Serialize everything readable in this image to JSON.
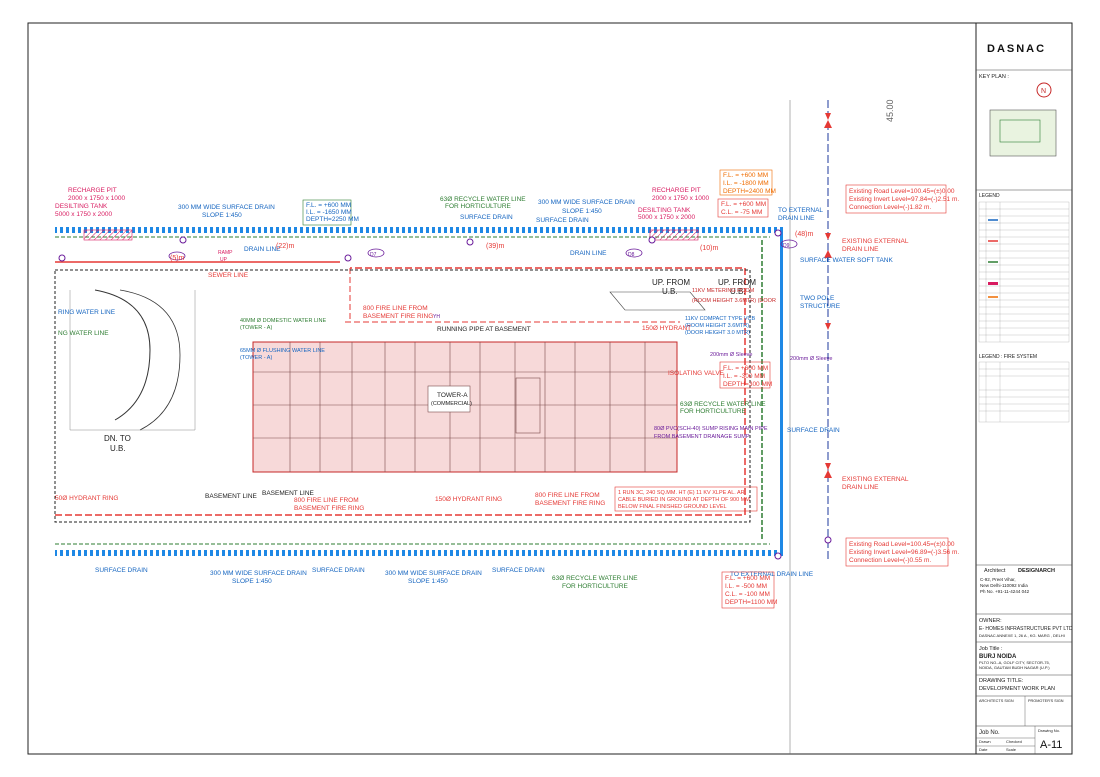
{
  "titleblock": {
    "logo": "DASNAC",
    "key_plan": "KEY PLAN :",
    "legend_title": "LEGEND",
    "legend_fire_title": "LEGEND : FIRE SYSTEM",
    "architect": "Architect",
    "architect_firm": "DESIGNARCH",
    "architect_addr1": "C-92, Preet Vihar,",
    "architect_addr2": "New Delhi-110092 India",
    "architect_ph": "Ph No. +91-11-4244 042",
    "owner_label": "OWNER:",
    "owner_name": "E- HOMES INFRASTRUCTURE PVT LTD",
    "owner_addr": "DASNAC ANNEXE 1, 26 A , KG. MARG , DELHI",
    "job_title_label": "Job Title :",
    "job_name": "BURJ NOIDA",
    "job_addr1": "PLTO NO.-A, GOLF CITY, SECTOR-75,",
    "job_addr2": "NOIDA, GAUTAM BUDH NAGAR (U.P.)",
    "drawing_title_label": "DRAWING TITLE:",
    "drawing_title": "DEVELOPMENT WORK PLAN",
    "architects_sign": "ARCHITECTS SIGN",
    "promoters_sign": "PROMOTER'S SIGN",
    "job_no": "Job No.",
    "drawing_no_label": "Drawing No.",
    "drawn": "Drawn",
    "checked": "Checked",
    "date": "Date",
    "scale": "Scale",
    "drawing_no": "A-11"
  },
  "plan": {
    "level_mark": "45.00",
    "recharge_pit_l": "RECHARGE PIT",
    "recharge_pit_l_dim": "2000 x 1750 x 1000",
    "desilting_tank_l": "DESILTING TANK",
    "desilting_tank_l_dim": "5000 x 1750 x 2000",
    "drain_top_l": "300 MM WIDE SURFACE DRAIN",
    "drain_top_l_slope": "SLOPE 1:450",
    "fl_top_l1": "F.L. = +600 MM",
    "fl_top_l2": "I.L. = -1650 MM",
    "fl_top_l3": "DEPTH=2250 MM",
    "recycle_top": "63Ø RECYCLE WATER LINE",
    "recycle_top2": "FOR HORTICULTURE",
    "surface_drain": "SURFACE DRAIN",
    "drain_top_r": "300 MM WIDE SURFACE DRAIN",
    "drain_top_r_slope": "SLOPE 1:450",
    "recharge_pit_r": "RECHARGE PIT",
    "recharge_pit_r_dim": "2000 x 1750 x 1000",
    "desilting_tank_r": "DESILTING TANK",
    "desilting_tank_r_dim": "5000 x 1750 x 2000",
    "fl_top_r1": "F.L. = +600 MM",
    "fl_top_r2": "I.L. = -1800 MM",
    "fl_top_r3": "DEPTH=2400 MM",
    "fl_top_r4": "F.L. = +600 MM",
    "fl_top_r5": "C.L. = -75 MM",
    "to_external": "TO EXTERNAL",
    "drain_line": "DRAIN LINE",
    "existing_road_1": "Existing Road Level=100.45=(±)0.00",
    "existing_invert_1": "Existing Invert Level=97.84=(-)2.51 m.",
    "connection_1": "Connection Level=(-)1.82 m.",
    "existing_external": "EXISTING EXTERNAL",
    "surface_water_tank": "SURFACE WATER SOFT TANK",
    "two_pole": "TWO POLE",
    "structure": "STRUCTURE",
    "up_from_ub": "UP. FROM",
    "ub": "U.B.",
    "meter_room": "11KV METERING ROOM",
    "room_height": "(ROOM HEIGHT 3.6MTR) (DOOR",
    "vcb": "11KV COMPACT TYPE VCB",
    "vcb_room": "(ROOM HEIGHT 3.6MTR)",
    "vcb_door": "(DOOR HEIGHT 3.0 MTR)",
    "sleeve": "200mm Ø Sleeve",
    "isolating_valve": "ISOLATING VALVE",
    "fl_mid1": "F.L. = +600 MM",
    "fl_mid2": "I.L. = -300 MM",
    "fl_mid3": "DEPTH=300 MM",
    "recycle_mid": "63Ø RECYCLE WATER LINE",
    "recycle_mid2": "FOR HORTICULTURE",
    "sump_pipe": "80Ø PVC(SCH-40) SUMP RISING MAIN PIPE",
    "sump_from": "FROM BASEMENT DRAINAGE SUMP",
    "surface_drain_r": "SURFACE DRAIN",
    "existing_external2": "EXISTING EXTERNAL",
    "drain_line2": "DRAIN LINE",
    "fire_line_from": "800 FIRE LINE FROM",
    "basement_fire_ring": "BASEMENT FIRE RING",
    "running_pipe": "RUNNING PIPE AT BASEMENT",
    "hydrant_150": "150Ø HYDRANT",
    "domestic": "40MM Ø DOMESTIC WATER LINE",
    "domestic_tower": "(TOWER - A)",
    "flushing": "65MM Ø FLUSHING WATER LINE",
    "flushing_tower": "(TOWER - A)",
    "tower": "TOWER-A",
    "tower_sub": "(COMMERCIAL)",
    "drain_line_mid": "DRAIN LINE",
    "ramp": "RAMP",
    "ramp_up": "UP",
    "sewer_line": "SEWER LINE",
    "water_line_l1": "RING WATER LINE",
    "water_line_l2": "NG WATER LINE",
    "dn_to": "DN. TO",
    "dn_ub": "U.B.",
    "hydrant_ring_l": "50Ø HYDRANT RING",
    "basement_line1": "BASEMENT LINE",
    "basement_line2": "BASEMENT LINE",
    "fire_line_b1": "800 FIRE LINE FROM",
    "fire_line_b1b": "BASEMENT FIRE RING",
    "hydrant_ring_b": "150Ø HYDRANT RING",
    "fire_line_b2": "800 FIRE LINE FROM",
    "fire_line_b2b": "BASEMENT FIRE RING",
    "cable1": "1 RUN 3C, 240 SQ.MM. HT (E) 11 KV XLPE AL. AR.",
    "cable2": "CABLE BURIED IN GROUND AT DEPTH OF 900 MM",
    "cable3": "BELOW FINAL FINISHED GROUND LEVEL",
    "surface_drain_b1": "SURFACE DRAIN",
    "drain_b1": "300 MM WIDE SURFACE DRAIN",
    "drain_b1_slope": "SLOPE 1:450",
    "surface_drain_b2": "SURFACE DRAIN",
    "drain_b2": "300 MM WIDE SURFACE DRAIN",
    "drain_b2_slope": "SLOPE 1:450",
    "surface_drain_b3": "SURFACE DRAIN",
    "recycle_b": "63Ø RECYCLE WATER LINE",
    "recycle_b2": "FOR HORTICULTURE",
    "to_external_b": "TO EXTERNAL DRAIN LINE",
    "existing_road_2": "Existing Road Level=100.45=(±)0.00",
    "existing_invert_2": "Existing Invert Level=96.89=(-)3.56 m.",
    "connection_2": "Connection Level=(-)0.55 m.",
    "fl_b1": "F.L. = +600 MM",
    "fl_b2": "I.L. = -500 MM",
    "fl_b3": "C.L. = -100 MM",
    "fl_b4": "DEPTH=1100 MM",
    "len_22": "(22)m",
    "len_39": "(39)m",
    "len_10": "(10)m",
    "len_5": "(5)m",
    "len_48": "(48)m",
    "d7": "D7",
    "d8": "D8",
    "d9": "D9",
    "yh": "YH"
  },
  "colors": {
    "drain": "#1565c0",
    "fire": "#e53935",
    "recycle": "#2e7d32",
    "building": "#f5c6c6",
    "magenta": "#c2185b",
    "orange": "#ef6c00"
  }
}
